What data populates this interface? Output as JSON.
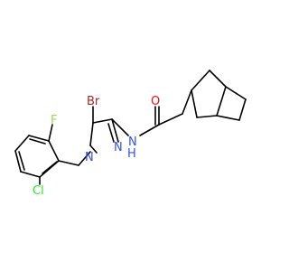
{
  "molecule": {
    "atoms": [
      {
        "id": "O",
        "label": "O",
        "color": "#ff0d0d"
      },
      {
        "id": "NH",
        "label": "N",
        "sub": "H",
        "color": "#3050f8"
      },
      {
        "id": "Br",
        "label": "Br",
        "color": "#a62929"
      },
      {
        "id": "N1",
        "label": "N",
        "color": "#3050f8"
      },
      {
        "id": "N2",
        "label": "N",
        "color": "#3050f8"
      },
      {
        "id": "F",
        "label": "F",
        "color": "#90e050"
      },
      {
        "id": "Cl",
        "label": "Cl",
        "color": "#1ff01f"
      }
    ],
    "bond_color": "#000000"
  }
}
